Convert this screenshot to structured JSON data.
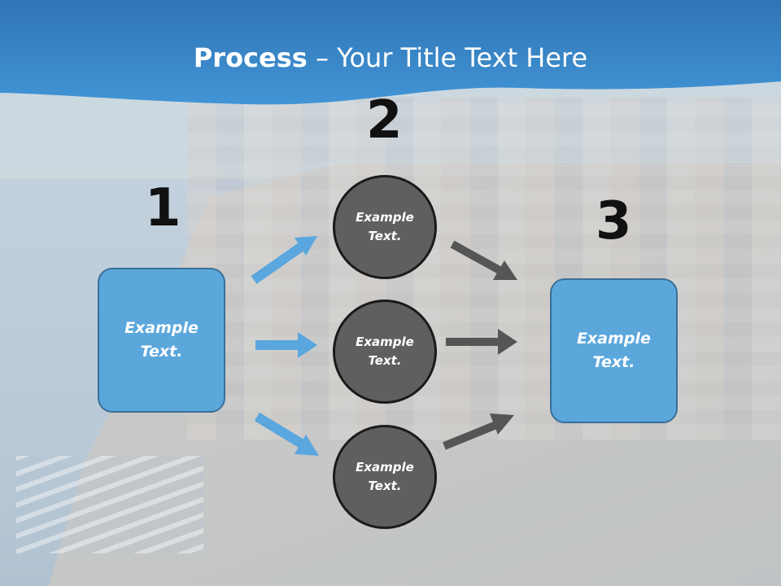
{
  "slide": {
    "title_bold": "Process",
    "title_rest": " – Your Title Text Here"
  },
  "steps": {
    "one": "1",
    "two": "2",
    "three": "3"
  },
  "left_box": {
    "text": "Example Text."
  },
  "right_box": {
    "text": "Example Text."
  },
  "circles": [
    {
      "text": "Example Text."
    },
    {
      "text": "Example Text."
    },
    {
      "text": "Example Text."
    }
  ],
  "colors": {
    "header_blue": "#3d8ccd",
    "box_blue": "#5ba7dc",
    "arrow_blue": "#5aa6de",
    "circle_gray": "#5f5f5f",
    "arrow_gray": "#555555"
  }
}
